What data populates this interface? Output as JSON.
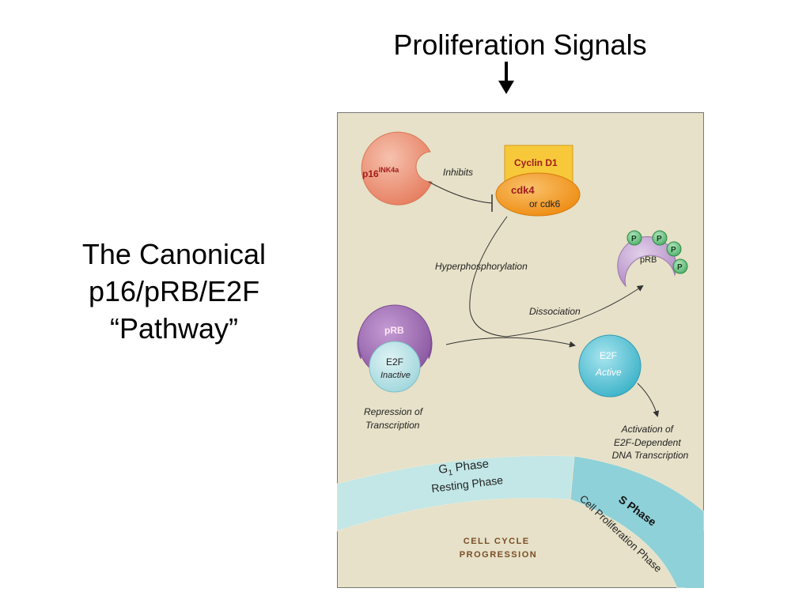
{
  "slide": {
    "title_lines": [
      "The Canonical",
      "p16/pRB/E2F",
      "“Pathway”"
    ],
    "top_label": "Proliferation Signals"
  },
  "figure": {
    "p16": {
      "base": "p16",
      "superscript": "INK4a"
    },
    "inhibits_label": "Inhibits",
    "cyclin_label": "Cyclin D1",
    "cdk4_label": "cdk4",
    "cdk6_label": "or cdk6",
    "hyperphosphorylation_label": "Hyperphosphorylation",
    "dissociation_label": "Dissociation",
    "prb_label": "pRB",
    "e2f_inactive": {
      "name": "E2F",
      "state": "Inactive"
    },
    "e2f_active": {
      "name": "E2F",
      "state": "Active"
    },
    "phospho_prb_label": "pRB",
    "phosphate_label": "P",
    "repression_lines": [
      "Repression of",
      "Transcription"
    ],
    "activation_lines": [
      "Activation of",
      "E2F-Dependent",
      "DNA Transcription"
    ],
    "g1_phase": {
      "base": "G",
      "subscript": "1",
      "suffix": " Phase",
      "sub_label": "Resting Phase"
    },
    "s_phase": {
      "label": "S Phase",
      "sub_label": "Cell Proliferation Phase"
    },
    "cell_cycle_lines": [
      "CELL CYCLE",
      "PROGRESSION"
    ]
  },
  "colors": {
    "panel_bg": "#e6e1c8",
    "p16_fill": "#ec8f74",
    "cyclin_fill": "#f7c93a",
    "cdk4_fill": "#f39a1b",
    "prb_fill": "#9f6fb3",
    "e2f_fill": "#4cbfd3",
    "phospho_prb_fill": "#c7a8d6",
    "phosphate_fill": "#63c07a",
    "g1_band": "#c2e7e6",
    "s_band": "#8fd1d8",
    "label_dark_red": "#a11c1c"
  }
}
